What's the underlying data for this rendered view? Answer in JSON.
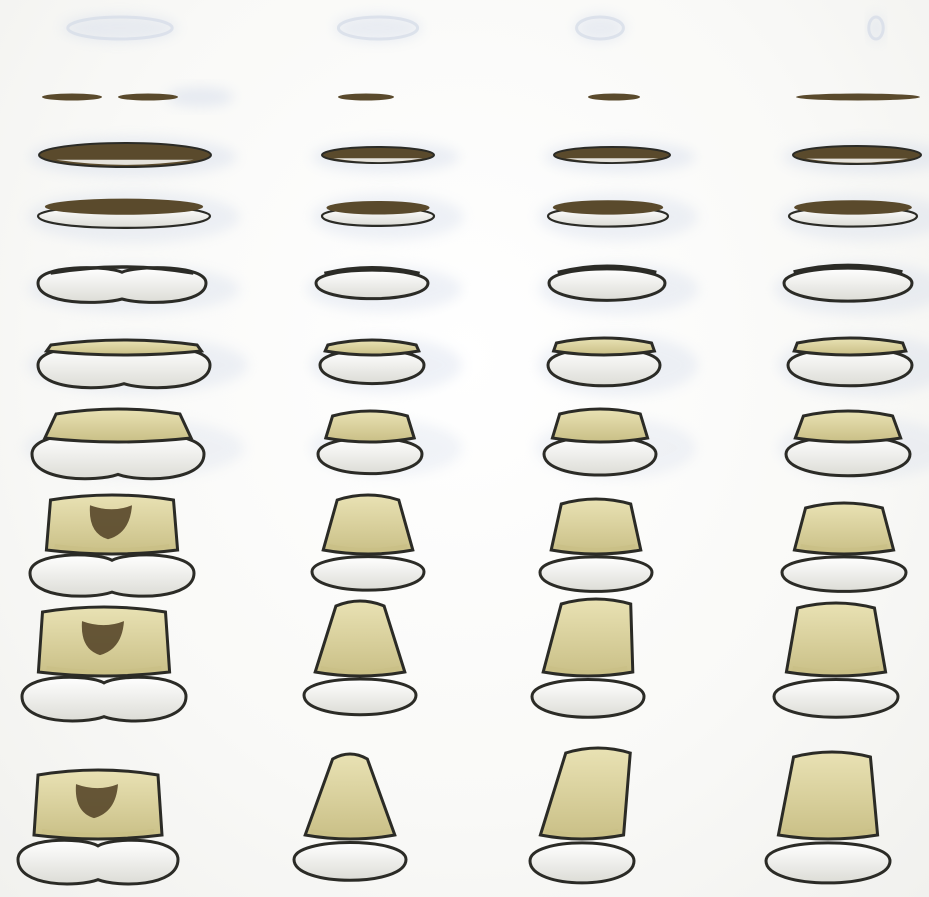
{
  "plate": {
    "subject": "serial-sections-of-teeth",
    "columns": 4,
    "rows": 10,
    "colors": {
      "background": "#fbfbfa",
      "enamel": "#f4f3ee",
      "enamel_shade": "#dcdcd6",
      "dentin": "#e9e2b4",
      "dentin_shade": "#c9bf86",
      "pulp": "#5a4a2c",
      "outline": "#2b2b26",
      "halo": "#c9d3e6"
    },
    "sections": [
      {
        "column": 1,
        "kind": "incisor-double",
        "pulp_cavity": true
      },
      {
        "column": 2,
        "kind": "premolar-narrow",
        "pulp_cavity": false
      },
      {
        "column": 3,
        "kind": "premolar-leaning",
        "pulp_cavity": false
      },
      {
        "column": 4,
        "kind": "canine-broad",
        "pulp_cavity": false
      }
    ]
  }
}
